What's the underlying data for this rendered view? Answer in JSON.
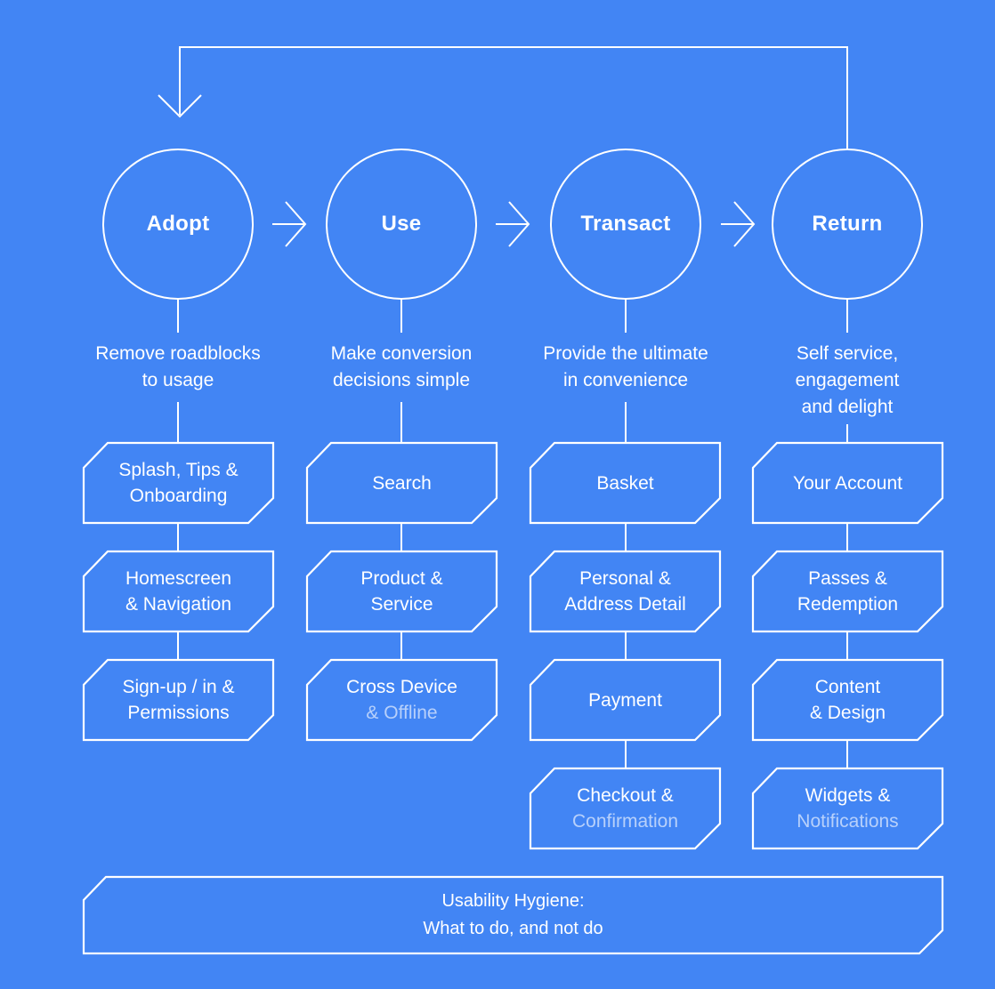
{
  "palette": {
    "background": "#4285F4",
    "line": "#FFFFFF",
    "muted_text": "rgba(255,255,255,0.62)"
  },
  "stages": [
    {
      "name": "Adopt",
      "description_lines": [
        "Remove roadblocks",
        "to usage"
      ],
      "boxes": [
        {
          "lines": [
            {
              "text": "Splash, Tips &",
              "muted": false
            },
            {
              "text": "Onboarding",
              "muted": false
            }
          ]
        },
        {
          "lines": [
            {
              "text": "Homescreen",
              "muted": false
            },
            {
              "text": "& Navigation",
              "muted": false
            }
          ]
        },
        {
          "lines": [
            {
              "text": "Sign-up / in &",
              "muted": false
            },
            {
              "text": "Permissions",
              "muted": false
            }
          ]
        }
      ]
    },
    {
      "name": "Use",
      "description_lines": [
        "Make conversion",
        "decisions simple"
      ],
      "boxes": [
        {
          "lines": [
            {
              "text": "Search",
              "muted": false
            }
          ]
        },
        {
          "lines": [
            {
              "text": "Product &",
              "muted": false
            },
            {
              "text": "Service",
              "muted": false
            }
          ]
        },
        {
          "lines": [
            {
              "text": "Cross Device",
              "muted": false
            },
            {
              "text": "& Offline",
              "muted": true
            }
          ]
        }
      ]
    },
    {
      "name": "Transact",
      "description_lines": [
        "Provide the ultimate",
        "in convenience"
      ],
      "boxes": [
        {
          "lines": [
            {
              "text": "Basket",
              "muted": false
            }
          ]
        },
        {
          "lines": [
            {
              "text": "Personal &",
              "muted": false
            },
            {
              "text": "Address Detail",
              "muted": false
            }
          ]
        },
        {
          "lines": [
            {
              "text": "Payment",
              "muted": false
            }
          ]
        },
        {
          "lines": [
            {
              "text": "Checkout &",
              "muted": false
            },
            {
              "text": "Confirmation",
              "muted": true
            }
          ]
        }
      ]
    },
    {
      "name": "Return",
      "description_lines": [
        "Self service,",
        "engagement",
        "and delight"
      ],
      "boxes": [
        {
          "lines": [
            {
              "text": "Your Account",
              "muted": false
            }
          ]
        },
        {
          "lines": [
            {
              "text": "Passes &",
              "muted": false
            },
            {
              "text": "Redemption",
              "muted": false
            }
          ]
        },
        {
          "lines": [
            {
              "text": "Content",
              "muted": false
            },
            {
              "text": "& Design",
              "muted": false
            }
          ]
        },
        {
          "lines": [
            {
              "text": "Widgets &",
              "muted": false
            },
            {
              "text": "Notifications",
              "muted": true
            }
          ]
        }
      ]
    }
  ],
  "footer": {
    "lines": [
      "Usability Hygiene:",
      "What to do, and not do"
    ]
  }
}
